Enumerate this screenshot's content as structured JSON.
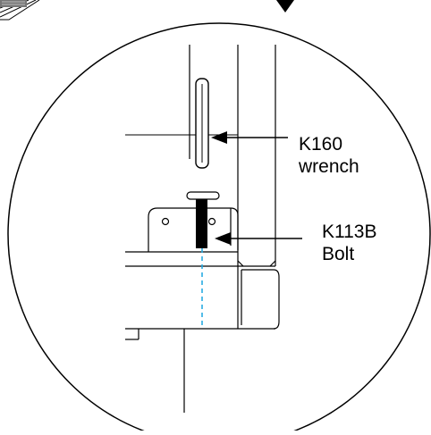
{
  "callouts": {
    "wrench": {
      "code": "K160",
      "name": "wrench"
    },
    "bolt": {
      "code": "K113B",
      "name": "Bolt"
    }
  },
  "colors": {
    "line": "#000000",
    "guide": "#29abe2",
    "background": "#ffffff"
  },
  "icons": {
    "pointer_arrow": "down-arrow-icon"
  }
}
